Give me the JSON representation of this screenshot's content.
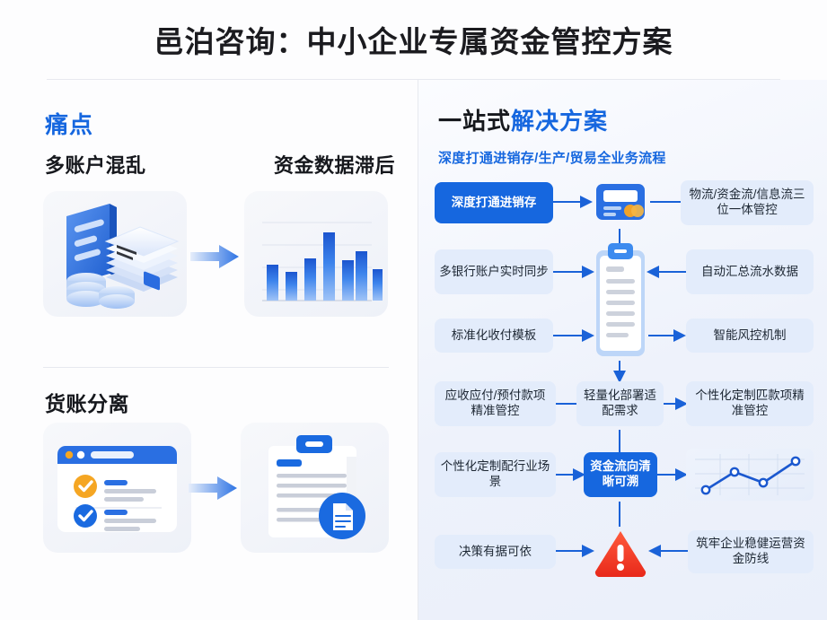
{
  "header": {
    "title": "邑泊咨询：中小企业专属资金管控方案"
  },
  "left": {
    "section_title": "痛点",
    "pain_points": [
      {
        "label": "多账户混乱",
        "icon": "accounts-stack-icon"
      },
      {
        "label": "资金数据滞后",
        "icon": "bar-chart-icon"
      }
    ],
    "second_section_title": "货账分离",
    "second_row": [
      {
        "label": "",
        "icon": "browser-checklist-icon"
      },
      {
        "label": "",
        "icon": "document-report-icon"
      }
    ],
    "arrow_icon": "arrow-right-icon"
  },
  "right": {
    "title_black": "一站式",
    "title_blue": "解决方案",
    "subtitle": "深度打通进销存/生产/贸易全业务流程",
    "rows": [
      {
        "left": "深度打通进销存",
        "left_style": "primary",
        "center_icon": "credit-card-icon",
        "right": "物流/资金流/信息流三位一体管控"
      },
      {
        "left": "多银行账户实时同步",
        "left_style": "plain",
        "center_icon": "clipboard-icon",
        "right": "自动汇总流水数据"
      },
      {
        "left": "标准化收付模板",
        "left_style": "plain",
        "center_icon": "clipboard-icon",
        "right": "智能风控机制"
      },
      {
        "left": "应收应付/预付款项精准管控",
        "left_style": "plain",
        "center": "轻量化部署适配需求",
        "right": "个性化定制匹款项精准管控"
      },
      {
        "left": "个性化定制配行业场景",
        "left_style": "plain",
        "center": "资金流向清晰可溯",
        "center_style": "primary",
        "right_icon": "line-chart-icon"
      },
      {
        "left": "决策有据可依",
        "left_style": "plain",
        "center_icon": "warning-triangle-icon",
        "right": "筑牢企业稳健运营资金防线"
      }
    ]
  },
  "colors": {
    "accent_blue": "#1667df",
    "box_blue_bg": "#e3ecfb",
    "text_dark": "#16181d",
    "warning_red": "#ef3b2a",
    "accent_orange": "#f5a623",
    "panel_bg": "#eef2fb"
  },
  "chart_data": [
    {
      "type": "bar",
      "title": "资金数据滞后",
      "categories": [
        "1",
        "2",
        "3",
        "4",
        "5",
        "6",
        "7"
      ],
      "values": [
        48,
        38,
        56,
        92,
        54,
        66,
        42
      ],
      "xlabel": "",
      "ylabel": "",
      "ylim": [
        0,
        100
      ],
      "grid": true,
      "legend": "none"
    },
    {
      "type": "line",
      "title": "资金流向清晰可溯",
      "x": [
        1,
        2,
        3,
        4
      ],
      "values": [
        18,
        62,
        40,
        88
      ],
      "xlabel": "",
      "ylabel": "",
      "ylim": [
        0,
        100
      ],
      "grid": true,
      "legend": "none"
    }
  ]
}
